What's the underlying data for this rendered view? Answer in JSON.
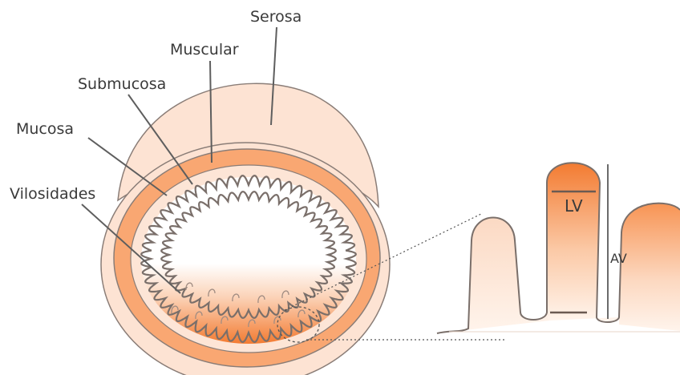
{
  "labels": {
    "serosa": "Serosa",
    "muscular": "Muscular",
    "submucosa": "Submucosa",
    "mucosa": "Mucosa",
    "vilosidades": "Vilosidades",
    "lv": "LV",
    "av": "AV"
  },
  "colors": {
    "serosa_fill": "#fde3d3",
    "muscular_fill": "#f9a772",
    "submucosa_fill": "#fde5d6",
    "villi_dark": "#f37b31",
    "outline": "#7a6f6a"
  }
}
